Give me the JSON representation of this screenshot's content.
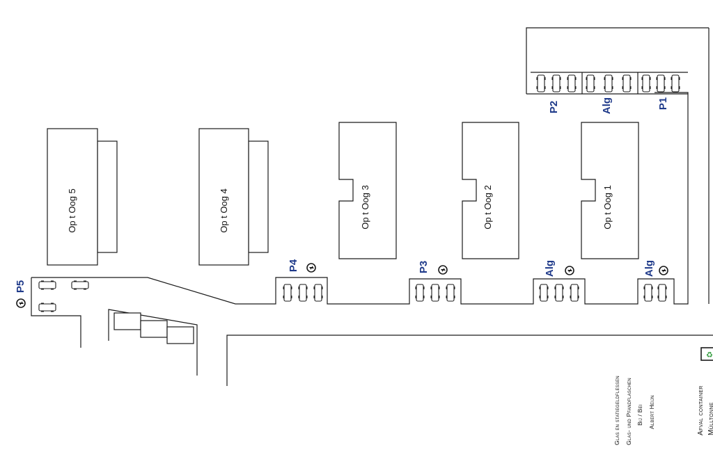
{
  "buildings": {
    "oog1": "Op t Oog 1",
    "oog2": "Op t Oog 2",
    "oog3": "Op t Oog 3",
    "oog4": "Op t Oog 4",
    "oog5": "Op t Oog 5"
  },
  "parking": {
    "p1": "P1",
    "p2": "P2",
    "alg_top": "Alg",
    "p3": "P3",
    "p4": "P4",
    "p5": "P5",
    "alg_ev1": "Alg",
    "alg_ev2": "Alg"
  },
  "legend": {
    "line1": "Glas en statiegeldflessen",
    "line2": "Glas- und Pfandflaschen",
    "line3": "Bij / Bei",
    "line4": "Albert Heijn",
    "container1": "Afval container",
    "container2": "Mülltonne"
  },
  "colors": {
    "label_blue": "#1f3a8a",
    "line": "#1a1a1a",
    "recycle_green": "#2e9a3a"
  },
  "icons": {
    "ev_charger": "ev-charging-icon",
    "recycle": "recycle-icon"
  }
}
